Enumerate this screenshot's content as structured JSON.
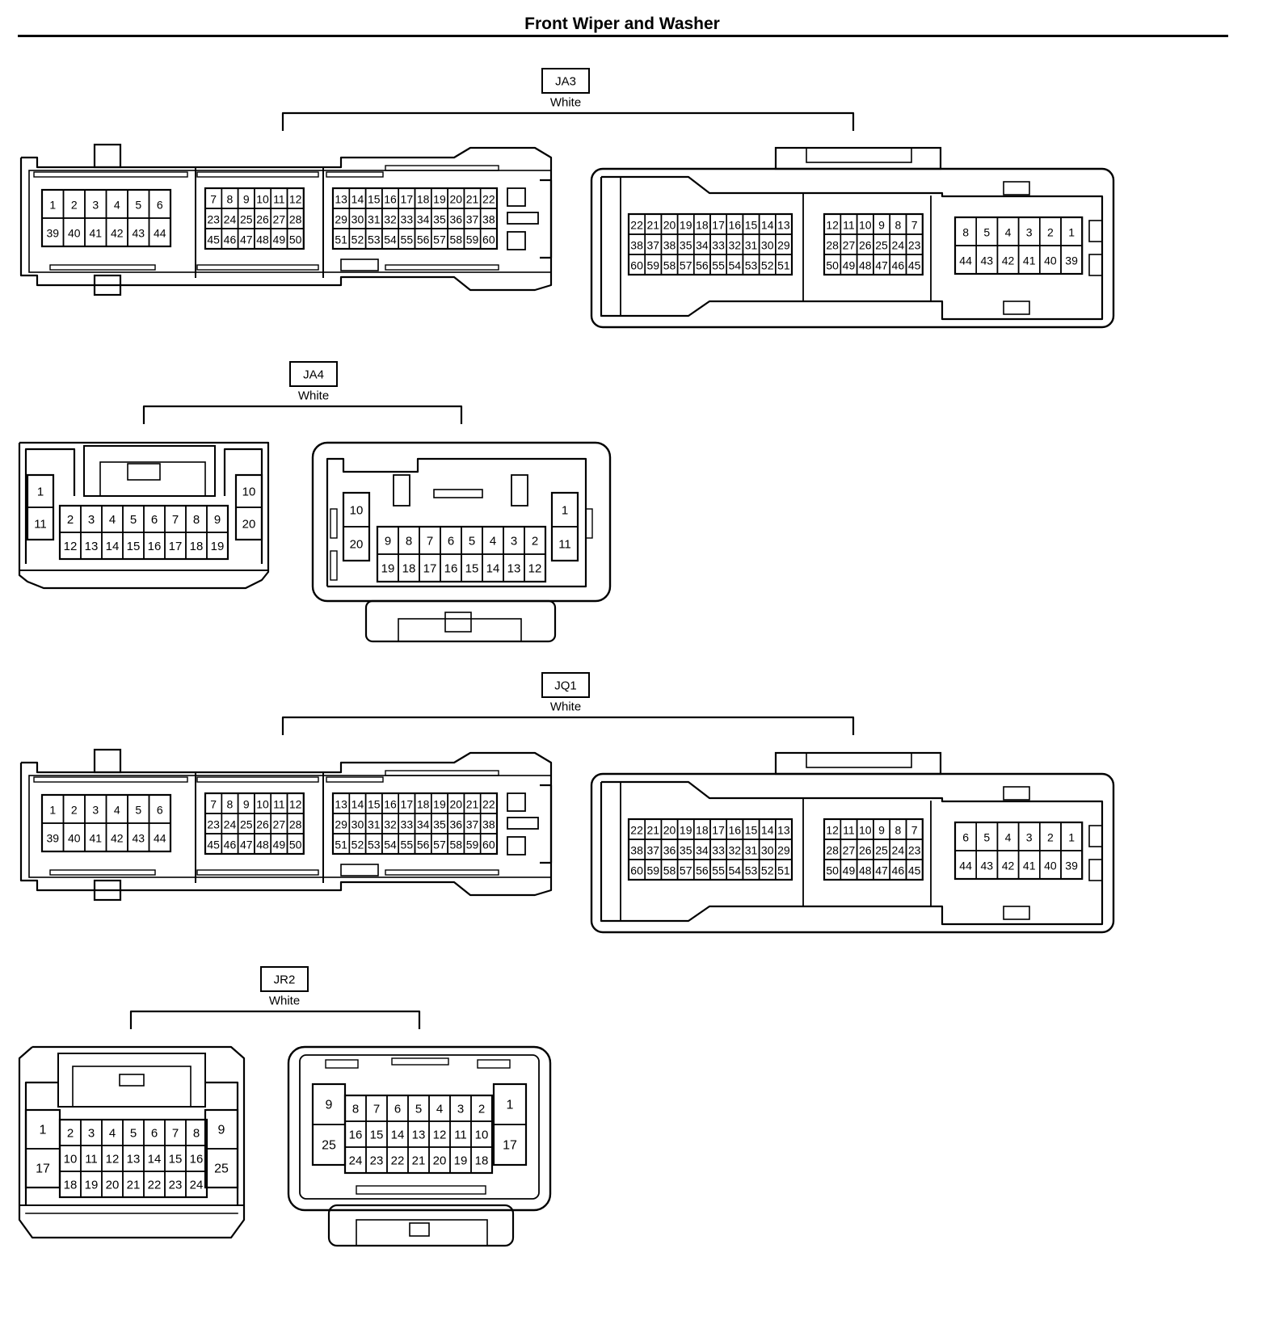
{
  "title": "Front Wiper and Washer",
  "connectors": [
    {
      "id": "JA3",
      "color": "White",
      "left": {
        "groups": [
          {
            "rows": [
              [
                "1",
                "2",
                "3",
                "4",
                "5",
                "6"
              ],
              [
                "39",
                "40",
                "41",
                "42",
                "43",
                "44"
              ]
            ]
          },
          {
            "rows": [
              [
                "7",
                "8",
                "9",
                "10",
                "11",
                "12"
              ],
              [
                "23",
                "24",
                "25",
                "26",
                "27",
                "28"
              ],
              [
                "45",
                "46",
                "47",
                "48",
                "49",
                "50"
              ]
            ]
          },
          {
            "rows": [
              [
                "13",
                "14",
                "15",
                "16",
                "17",
                "18",
                "19",
                "20",
                "21",
                "22"
              ],
              [
                "29",
                "30",
                "31",
                "32",
                "33",
                "34",
                "35",
                "36",
                "37",
                "38"
              ],
              [
                "51",
                "52",
                "53",
                "54",
                "55",
                "56",
                "57",
                "58",
                "59",
                "60"
              ]
            ]
          }
        ]
      },
      "right": {
        "groups": [
          {
            "rows": [
              [
                "22",
                "21",
                "20",
                "19",
                "18",
                "17",
                "16",
                "15",
                "14",
                "13"
              ],
              [
                "38",
                "37",
                "38",
                "35",
                "34",
                "33",
                "32",
                "31",
                "30",
                "29"
              ],
              [
                "60",
                "59",
                "58",
                "57",
                "56",
                "55",
                "54",
                "53",
                "52",
                "51"
              ]
            ]
          },
          {
            "rows": [
              [
                "12",
                "11",
                "10",
                "9",
                "8",
                "7"
              ],
              [
                "28",
                "27",
                "26",
                "25",
                "24",
                "23"
              ],
              [
                "50",
                "49",
                "48",
                "47",
                "46",
                "45"
              ]
            ]
          },
          {
            "rows": [
              [
                "8",
                "5",
                "4",
                "3",
                "2",
                "1"
              ],
              [
                "44",
                "43",
                "42",
                "41",
                "40",
                "39"
              ]
            ]
          }
        ]
      }
    },
    {
      "id": "JA4",
      "color": "White",
      "left": {
        "side_left": [
          "1",
          "11"
        ],
        "side_right": [
          "10",
          "20"
        ],
        "rows": [
          [
            "2",
            "3",
            "4",
            "5",
            "6",
            "7",
            "8",
            "9"
          ],
          [
            "12",
            "13",
            "14",
            "15",
            "16",
            "17",
            "18",
            "19"
          ]
        ]
      },
      "right": {
        "side_left": [
          "10",
          "20"
        ],
        "side_right": [
          "1",
          "11"
        ],
        "rows": [
          [
            "9",
            "8",
            "7",
            "6",
            "5",
            "4",
            "3",
            "2"
          ],
          [
            "19",
            "18",
            "17",
            "16",
            "15",
            "14",
            "13",
            "12"
          ]
        ]
      }
    },
    {
      "id": "JQ1",
      "color": "White",
      "left": {
        "groups": [
          {
            "rows": [
              [
                "1",
                "2",
                "3",
                "4",
                "5",
                "6"
              ],
              [
                "39",
                "40",
                "41",
                "42",
                "43",
                "44"
              ]
            ]
          },
          {
            "rows": [
              [
                "7",
                "8",
                "9",
                "10",
                "11",
                "12"
              ],
              [
                "23",
                "24",
                "25",
                "26",
                "27",
                "28"
              ],
              [
                "45",
                "46",
                "47",
                "48",
                "49",
                "50"
              ]
            ]
          },
          {
            "rows": [
              [
                "13",
                "14",
                "15",
                "16",
                "17",
                "18",
                "19",
                "20",
                "21",
                "22"
              ],
              [
                "29",
                "30",
                "31",
                "32",
                "33",
                "34",
                "35",
                "36",
                "37",
                "38"
              ],
              [
                "51",
                "52",
                "53",
                "54",
                "55",
                "56",
                "57",
                "58",
                "59",
                "60"
              ]
            ]
          }
        ]
      },
      "right": {
        "groups": [
          {
            "rows": [
              [
                "22",
                "21",
                "20",
                "19",
                "18",
                "17",
                "16",
                "15",
                "14",
                "13"
              ],
              [
                "38",
                "37",
                "36",
                "35",
                "34",
                "33",
                "32",
                "31",
                "30",
                "29"
              ],
              [
                "60",
                "59",
                "58",
                "57",
                "56",
                "55",
                "54",
                "53",
                "52",
                "51"
              ]
            ]
          },
          {
            "rows": [
              [
                "12",
                "11",
                "10",
                "9",
                "8",
                "7"
              ],
              [
                "28",
                "27",
                "26",
                "25",
                "24",
                "23"
              ],
              [
                "50",
                "49",
                "48",
                "47",
                "46",
                "45"
              ]
            ]
          },
          {
            "rows": [
              [
                "6",
                "5",
                "4",
                "3",
                "2",
                "1"
              ],
              [
                "44",
                "43",
                "42",
                "41",
                "40",
                "39"
              ]
            ]
          }
        ]
      }
    },
    {
      "id": "JR2",
      "color": "White",
      "left": {
        "side_left": [
          "1",
          "17"
        ],
        "side_right": [
          "9",
          "25"
        ],
        "rows": [
          [
            "2",
            "3",
            "4",
            "5",
            "6",
            "7",
            "8"
          ],
          [
            "10",
            "11",
            "12",
            "13",
            "14",
            "15",
            "16"
          ],
          [
            "18",
            "19",
            "20",
            "21",
            "22",
            "23",
            "24"
          ]
        ]
      },
      "right": {
        "side_left": [
          "9",
          "25"
        ],
        "side_right": [
          "1",
          "17"
        ],
        "rows": [
          [
            "8",
            "7",
            "6",
            "5",
            "4",
            "3",
            "2"
          ],
          [
            "16",
            "15",
            "14",
            "13",
            "12",
            "11",
            "10"
          ],
          [
            "24",
            "23",
            "22",
            "21",
            "20",
            "19",
            "18"
          ]
        ]
      }
    }
  ]
}
